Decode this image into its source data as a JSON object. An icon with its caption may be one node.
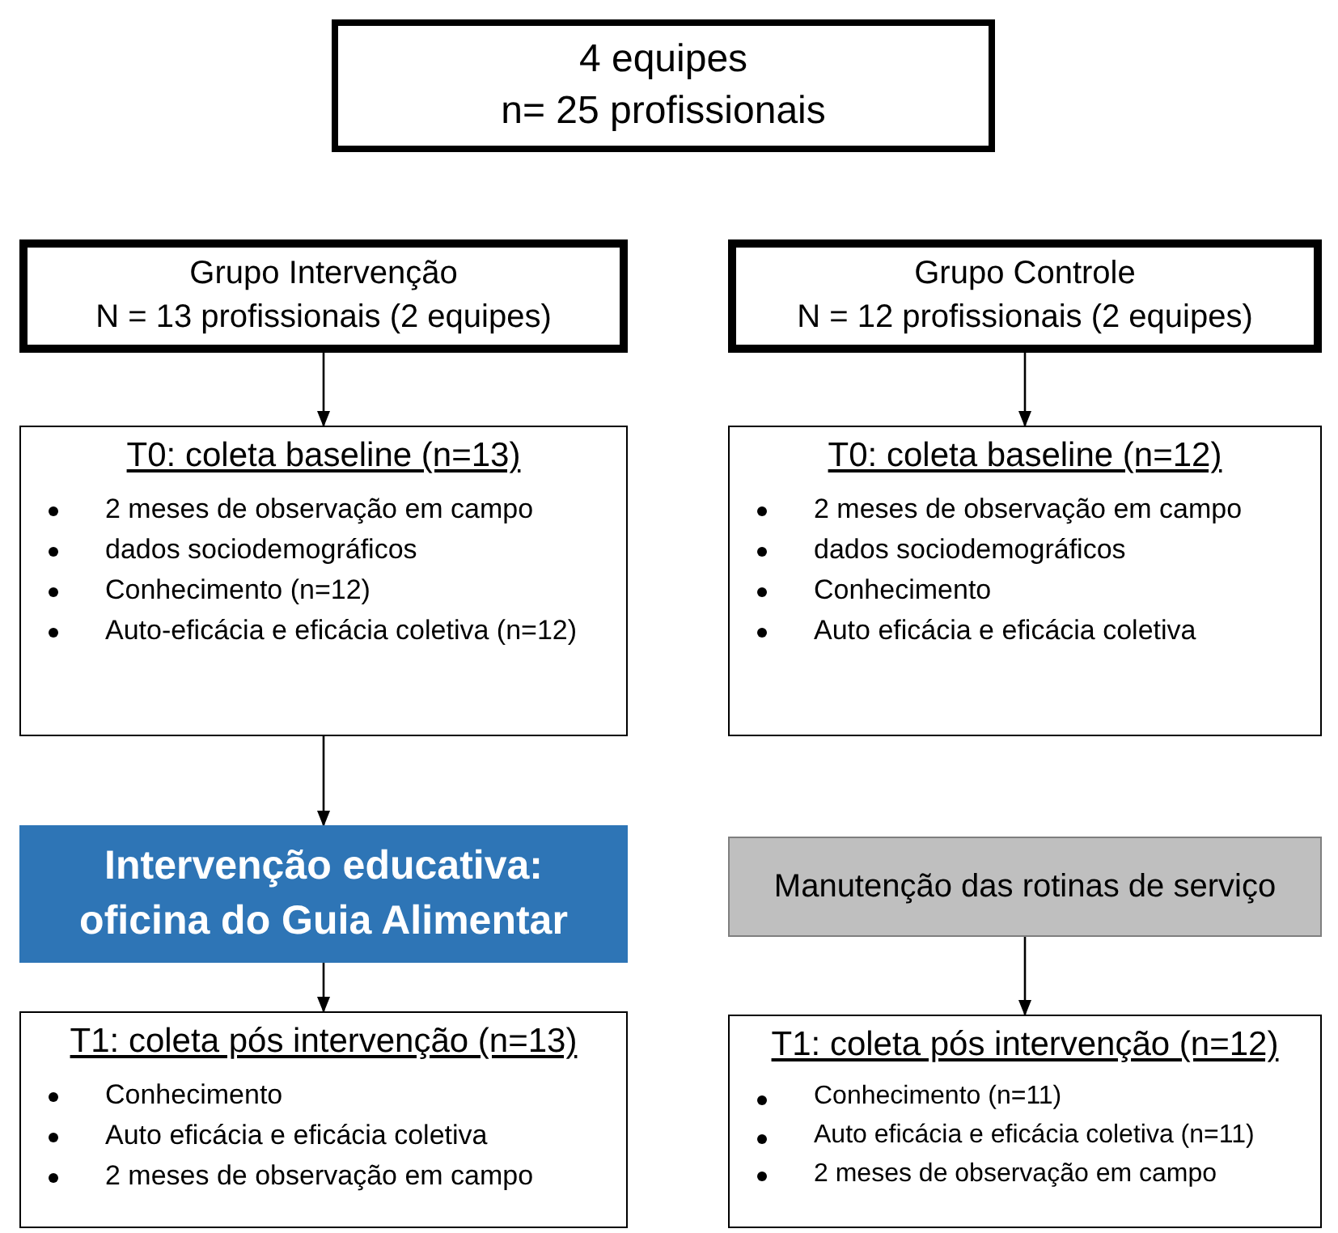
{
  "diagram": {
    "nodes": [
      {
        "text": [
          "4 equipes",
          "n= 25 profissionais"
        ]
      },
      {
        "text": [
          "Grupo Intervenção",
          "N = 13 profissionais (2 equipes)"
        ]
      },
      {
        "text": [
          "Grupo Controle",
          "N = 12 profissionais (2 equipes)"
        ]
      },
      {
        "text": [
          "T0: coleta baseline (n=13)",
          "2 meses de observação em campo",
          "dados sociodemográficos",
          "Conhecimento (n=12)",
          "Auto-eficácia e eficácia coletiva (n=12)"
        ]
      },
      {
        "text": [
          "T0: coleta baseline (n=12)",
          "2 meses de observação em campo",
          "dados sociodemográficos",
          "Conhecimento",
          "Auto eficácia e eficácia coletiva"
        ]
      },
      {
        "text": [
          "Intervenção educativa: oficina do Guia Alimentar"
        ]
      },
      {
        "text": [
          "Manutenção das rotinas de serviço"
        ]
      },
      {
        "text": [
          "T1: coleta pós intervenção (n=13)",
          "Conhecimento",
          "Auto eficácia e eficácia coletiva",
          "2 meses de observação em campo"
        ]
      },
      {
        "text": [
          "T1: coleta pós intervenção (n=12)",
          "Conhecimento (n=11)",
          "Auto eficácia e eficácia coletiva (n=11)",
          "2 meses de observação em campo"
        ]
      }
    ],
    "edges": [
      {
        "from": 1,
        "to": 3,
        "arrow": "to"
      },
      {
        "from": 2,
        "to": 4,
        "arrow": "to"
      },
      {
        "from": 3,
        "to": 5,
        "arrow": "to"
      },
      {
        "from": 5,
        "to": 7,
        "arrow": "to"
      },
      {
        "from": 6,
        "to": 8,
        "arrow": "to"
      }
    ]
  }
}
